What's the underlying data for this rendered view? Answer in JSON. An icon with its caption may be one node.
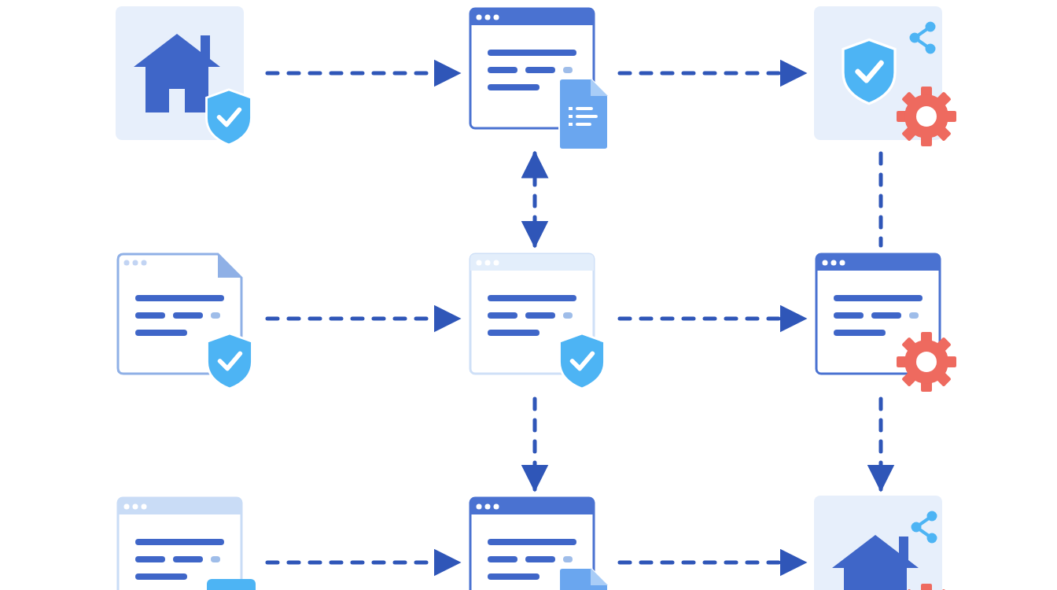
{
  "diagram": {
    "nodes": [
      {
        "text": [],
        "shape": "picture"
      },
      {
        "text": [],
        "shape": "picture"
      },
      {
        "text": [],
        "shape": "picture"
      },
      {
        "text": [],
        "shape": "picture"
      },
      {
        "text": [],
        "shape": "picture"
      },
      {
        "text": [],
        "shape": "picture"
      },
      {
        "text": [],
        "shape": "picture"
      },
      {
        "text": [],
        "shape": "picture"
      },
      {
        "text": [],
        "shape": "picture"
      }
    ],
    "edges": [
      {
        "from": 0,
        "to": 1,
        "arrow": "to",
        "style": "dashed"
      },
      {
        "from": 1,
        "to": 2,
        "arrow": "to",
        "style": "dashed"
      },
      {
        "from": 1,
        "to": 4,
        "arrow": "both",
        "style": "dashed"
      },
      {
        "from": 2,
        "to": 5,
        "arrow": "none",
        "style": "dashed"
      },
      {
        "from": 3,
        "to": 4,
        "arrow": "to",
        "style": "dashed"
      },
      {
        "from": 4,
        "to": 5,
        "arrow": "to",
        "style": "dashed"
      },
      {
        "from": 4,
        "to": 7,
        "arrow": "to",
        "style": "dashed"
      },
      {
        "from": 5,
        "to": 8,
        "arrow": "to",
        "style": "dashed"
      },
      {
        "from": 6,
        "to": 7,
        "arrow": "to",
        "style": "dashed"
      },
      {
        "from": 7,
        "to": 8,
        "arrow": "to",
        "style": "dashed"
      }
    ]
  }
}
